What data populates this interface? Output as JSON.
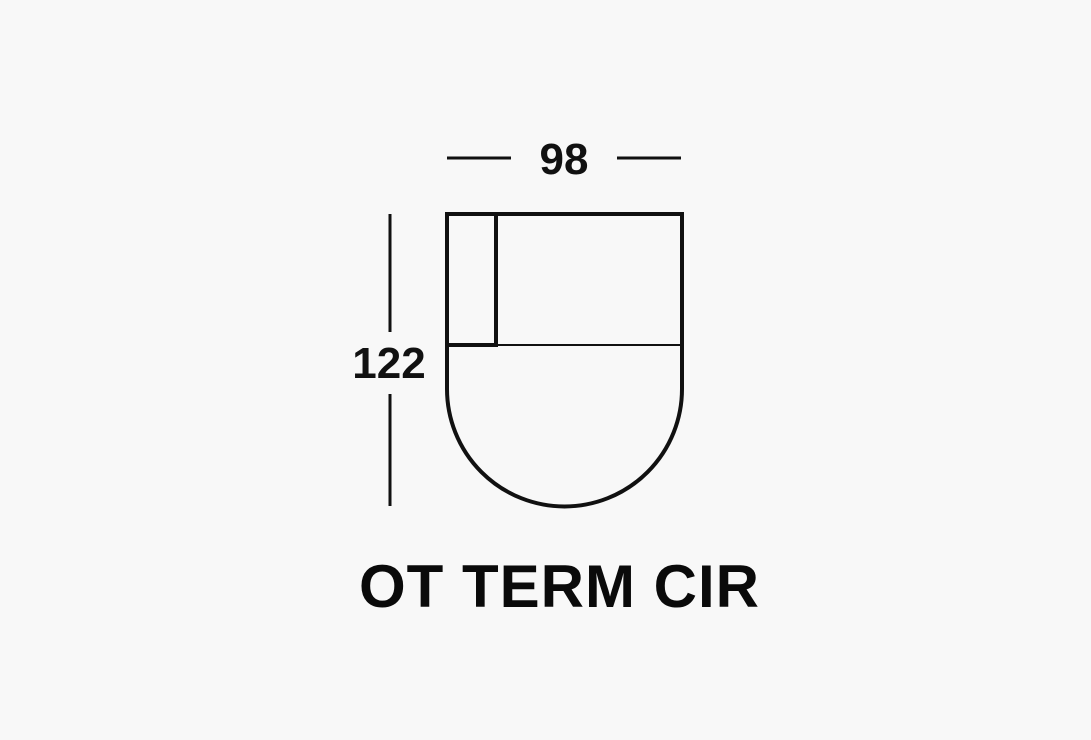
{
  "dimensions": {
    "width_label": "98",
    "depth_label": "122"
  },
  "module": {
    "name": "OT TERM CIR"
  },
  "colors": {
    "background": "#f8f8f8",
    "stroke": "#111111"
  }
}
